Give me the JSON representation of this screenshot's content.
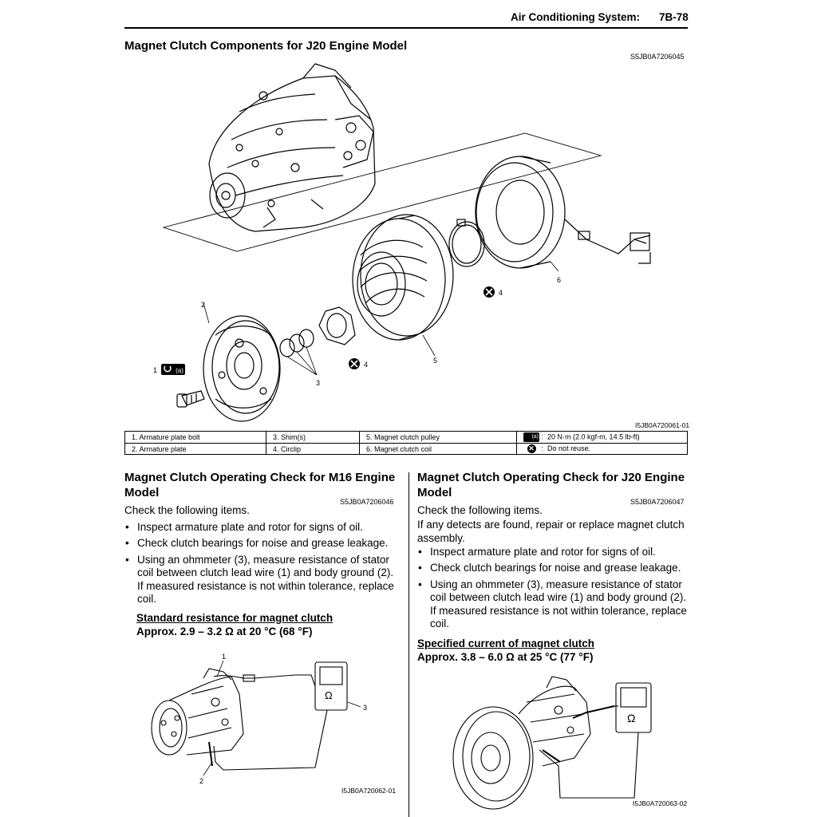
{
  "header": {
    "title": "Air Conditioning System:",
    "page": "7B-78"
  },
  "section1": {
    "title": "Magnet Clutch Components for J20 Engine Model",
    "ref": "S5JB0A7206045"
  },
  "figure1": {
    "callouts": [
      "1",
      "2",
      "3",
      "4",
      "4",
      "5",
      "6"
    ],
    "id": "I5JB0A720061-01"
  },
  "legend": {
    "rows": [
      {
        "c1": "1.  Armature plate bolt",
        "c2": "3.  Shim(s)",
        "c3": "5.  Magnet clutch pulley",
        "sym": "torque",
        "c4": "20 N·m (2.0 kgf-m, 14.5 lb-ft)"
      },
      {
        "c1": "2.  Armature plate",
        "c2": "4.  Circlip",
        "c3": "6.  Magnet clutch coil",
        "sym": "noreuse",
        "c4": "Do not reuse."
      }
    ],
    "torque_mark": "(a)",
    "sep": ":"
  },
  "left": {
    "title": "Magnet Clutch Operating Check for M16 Engine Model",
    "ref": "S5JB0A7206046",
    "intro": "Check the following items.",
    "bullets": [
      "Inspect armature plate and rotor for signs of oil.",
      "Check clutch bearings for noise and grease leakage.",
      "Using an ohmmeter (3), measure resistance of stator coil between clutch lead wire (1) and body ground (2). If measured resistance is not within tolerance, replace coil."
    ],
    "spec_label": "Standard resistance for magnet clutch",
    "spec_value": "Approx. 2.9 – 3.2 Ω at 20 °C (68 °F)",
    "callouts": [
      "1",
      "2",
      "3"
    ],
    "meter_symbol": "Ω",
    "fig_id": "I5JB0A720062-01"
  },
  "right": {
    "title": "Magnet Clutch Operating Check for J20 Engine Model",
    "ref": "S5JB0A7206047",
    "intro1": "Check the following items.",
    "intro2": "If any detects are found, repair or replace magnet clutch assembly.",
    "bullets": [
      "Inspect armature plate and rotor for signs of oil.",
      "Check clutch bearings for noise and grease leakage.",
      "Using an ohmmeter (3), measure resistance of stator coil between clutch lead wire (1) and body ground (2). If measured resistance is not within tolerance, replace coil."
    ],
    "spec_label": "Specified current of magnet clutch",
    "spec_value": "Approx. 3.8 – 6.0 Ω at 25 °C (77 °F)",
    "meter_symbol": "Ω",
    "fig_id": "I5JB0A720063-02"
  }
}
